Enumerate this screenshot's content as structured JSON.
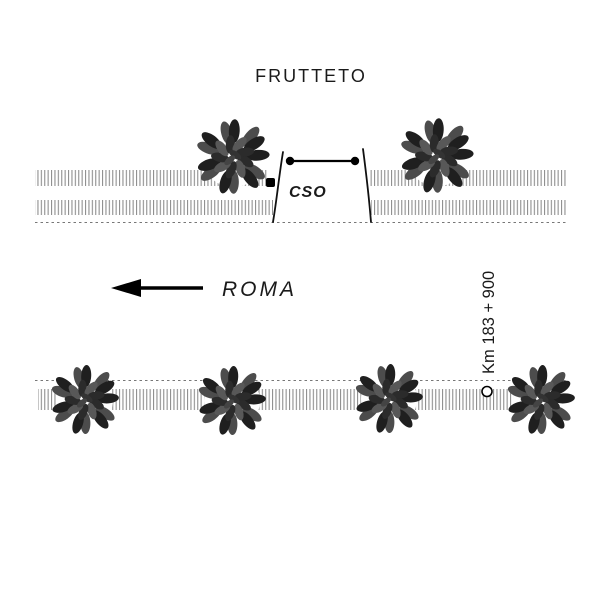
{
  "diagram": {
    "area_label": "FRUTTETO",
    "access_label": "CSO",
    "direction_label": "ROMA",
    "km_marker_label": "Km 183 + 900"
  },
  "colors": {
    "background": "#ffffff",
    "hatch": "#8f8f8f",
    "dashed_line": "#777777",
    "ink": "#1a1a1a",
    "leaf_dark": "#1f1f1f",
    "leaf_mid": "#4c4c4c"
  }
}
